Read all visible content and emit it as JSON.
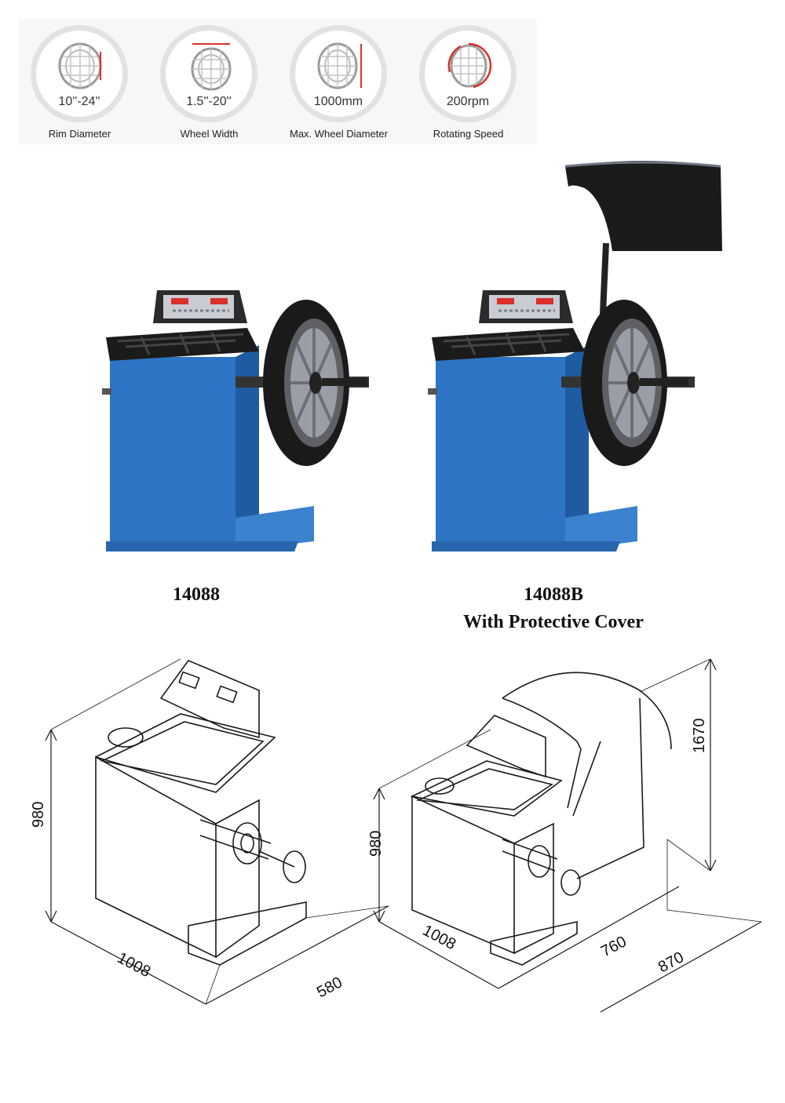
{
  "specs": [
    {
      "value": "10''-24''",
      "label": "Rim Diameter",
      "icon": "rim-diameter-icon"
    },
    {
      "value": "1.5''-20''",
      "label": "Wheel Width",
      "icon": "wheel-width-icon"
    },
    {
      "value": "1000mm",
      "label": "Max. Wheel Diameter",
      "icon": "max-wheel-diameter-icon"
    },
    {
      "value": "200rpm",
      "label": "Rotating Speed",
      "icon": "rotating-speed-icon"
    }
  ],
  "products": [
    {
      "model": "14088",
      "note": ""
    },
    {
      "model": "14088B",
      "note": "With Protective Cover"
    }
  ],
  "drawings": {
    "left": {
      "height": "980",
      "length": "1008",
      "depth": "580"
    },
    "right": {
      "height": "980",
      "length": "1008",
      "depth": "760",
      "total_depth": "870",
      "cover_height": "1670"
    }
  },
  "colors": {
    "machine_blue": "#2e74c4",
    "indicator_red": "#d9302b",
    "tire_black": "#1a1a1a"
  }
}
